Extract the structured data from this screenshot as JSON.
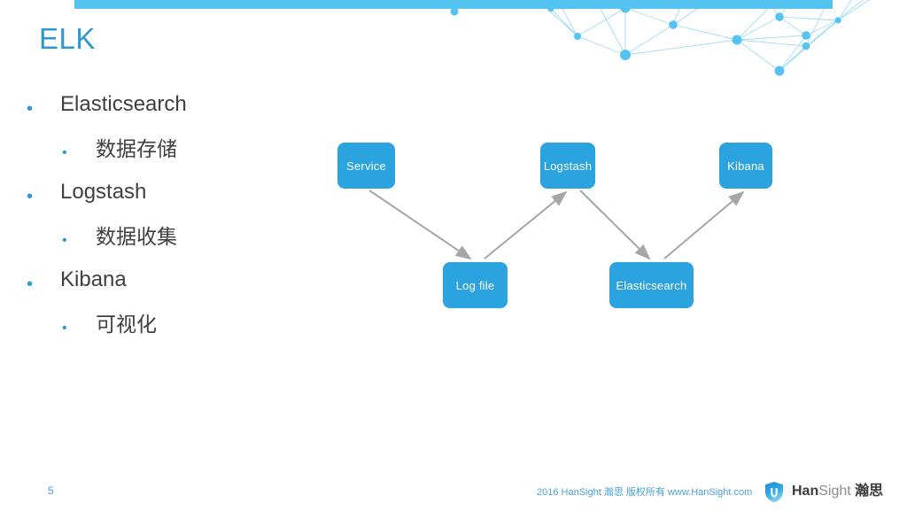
{
  "slide": {
    "title": "ELK",
    "page_number": "5",
    "accent_color": "#2E97D4",
    "band_color": "#55C3F0",
    "node_color": "#2BA3DE",
    "edge_color": "#A6A6A6",
    "body_text_color": "#404040"
  },
  "bullets": [
    {
      "level": 1,
      "text": "Elasticsearch"
    },
    {
      "level": 2,
      "text": "数据存储"
    },
    {
      "level": 1,
      "text": "Logstash"
    },
    {
      "level": 2,
      "text": "数据收集"
    },
    {
      "level": 1,
      "text": "Kibana"
    },
    {
      "level": 2,
      "text": "可视化"
    }
  ],
  "diagram": {
    "nodes": [
      {
        "id": "service",
        "label": "Service"
      },
      {
        "id": "logstash",
        "label": "Logstash"
      },
      {
        "id": "kibana",
        "label": "Kibana"
      },
      {
        "id": "logfile",
        "label": "Log file"
      },
      {
        "id": "elasticsearch",
        "label": "Elasticsearch"
      }
    ],
    "edges": [
      {
        "from": "service",
        "to": "logfile"
      },
      {
        "from": "logfile",
        "to": "logstash"
      },
      {
        "from": "logstash",
        "to": "elasticsearch"
      },
      {
        "from": "elasticsearch",
        "to": "kibana"
      }
    ]
  },
  "footer": {
    "copyright": "2016 HanSight 瀚思 版权所有 www.HanSight.com",
    "logo_text_han": "Han",
    "logo_text_sight": "Sight",
    "logo_text_cn": "瀚思"
  }
}
